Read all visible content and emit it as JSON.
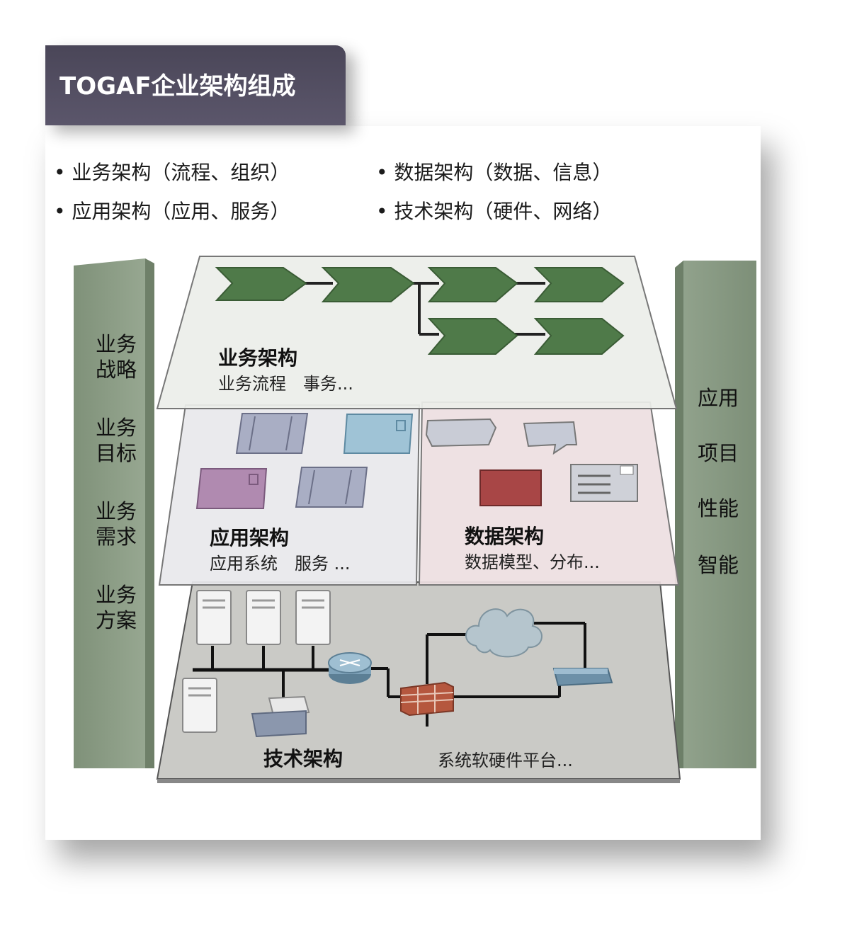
{
  "title": "TOGAF企业架构组成",
  "bullets": [
    "业务架构（流程、组织）",
    "数据架构（数据、信息）",
    "应用架构（应用、服务）",
    "技术架构（硬件、网络）"
  ],
  "left_pillar": {
    "items": [
      {
        "line1": "业务",
        "line2": "战略"
      },
      {
        "line1": "业务",
        "line2": "目标"
      },
      {
        "line1": "业务",
        "line2": "需求"
      },
      {
        "line1": "业务",
        "line2": "方案"
      }
    ]
  },
  "right_pillar": {
    "items": [
      "应用",
      "项目",
      "性能",
      "智能"
    ]
  },
  "layers": {
    "business": {
      "title": "业务架构",
      "sub": "业务流程　事务..."
    },
    "application": {
      "title": "应用架构",
      "sub": "应用系统　服务 ..."
    },
    "data": {
      "title": "数据架构",
      "sub": "数据模型、分布..."
    },
    "technology": {
      "title": "技术架构",
      "sub": "系统软硬件平台..."
    }
  },
  "colors": {
    "title_bg": "#534f62",
    "pillar": "#8c9d86",
    "arrow": "#4f7a49",
    "business_layer": "#eceee9",
    "app_layer": "#e9e9ee",
    "data_layer": "#ecdfe1",
    "tech_layer": "#c9c9c6"
  }
}
